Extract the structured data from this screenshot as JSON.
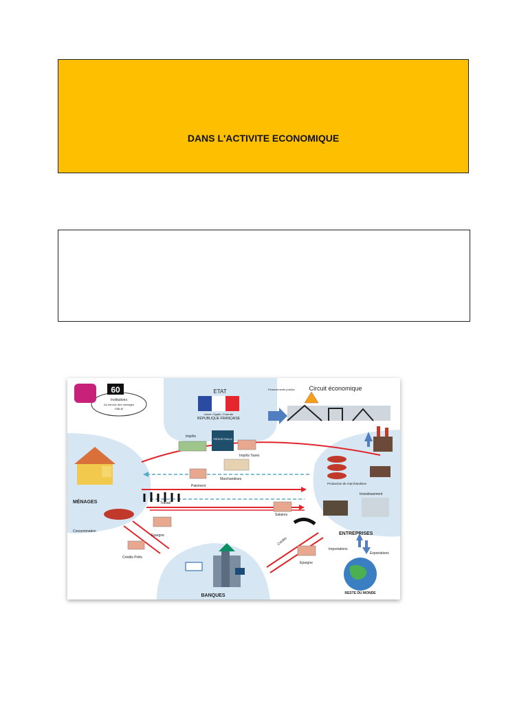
{
  "header": {
    "title": "DANS L'ACTIVITE ECONOMIQUE"
  },
  "diagram": {
    "title": "Circuit économique",
    "nodes": {
      "etat": "ETAT",
      "republique": "RÉPUBLIQUE FRANÇAISE",
      "devise": "Liberté • Égalité • Fraternité",
      "menages": "MÉNAGES",
      "entreprises": "ENTREPRISES",
      "banques": "BANQUES",
      "reste_monde": "RESTE DU MONDE",
      "tresor": "TRÉSOR PUBLIC"
    },
    "institutions": {
      "badge": "60",
      "line1": "Institutions",
      "line2": "Au service des ménages",
      "line3": "ISBLM"
    },
    "flows": {
      "financements": "Financements publics",
      "impots": "Impôts",
      "impots_taxes": "Impôts Taxes",
      "marchandises": "Marchandises",
      "paiement": "Paiement",
      "travail": "Travail",
      "salaires": "Salaires",
      "consommation": "Consommation",
      "epargne_menages": "Epargne",
      "credits_prets": "Crédits Prêts",
      "credits": "Crédits",
      "epargne_entreprises": "Epargne",
      "production": "Production de marchandises",
      "investissement": "Investissement",
      "importations": "Importations",
      "exportations": "Exportations"
    },
    "colors": {
      "bubble": "#D6E6F2",
      "flow_red": "#E0242A",
      "flow_dashed": "#5AA9C6",
      "arrow_blue": "#4F7FC0"
    }
  }
}
